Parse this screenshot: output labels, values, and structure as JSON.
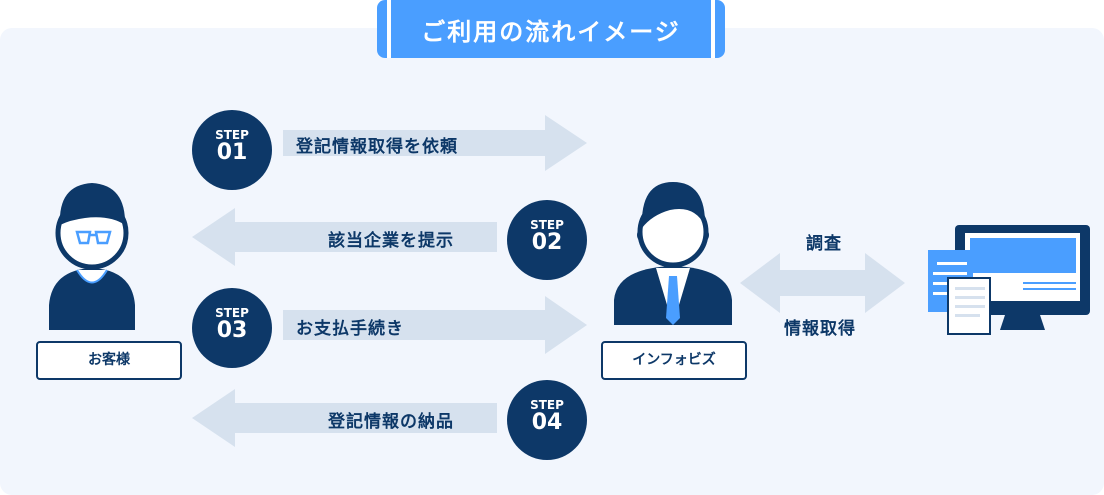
{
  "title": "ご利用の流れイメージ",
  "steps": [
    {
      "label": "STEP",
      "num": "01",
      "action": "登記情報取得を依頼"
    },
    {
      "label": "STEP",
      "num": "02",
      "action": "該当企業を提示"
    },
    {
      "label": "STEP",
      "num": "03",
      "action": "お支払手続き"
    },
    {
      "label": "STEP",
      "num": "04",
      "action": "登記情報の納品"
    }
  ],
  "customer": "お客様",
  "company": "インフォビズ",
  "research_top": "調査",
  "research_bottom": "情報取得",
  "colors": {
    "navy": "#0d3868",
    "blue": "#4a9eff",
    "arrow": "#d6e1ee",
    "panel": "#f2f6fd"
  }
}
